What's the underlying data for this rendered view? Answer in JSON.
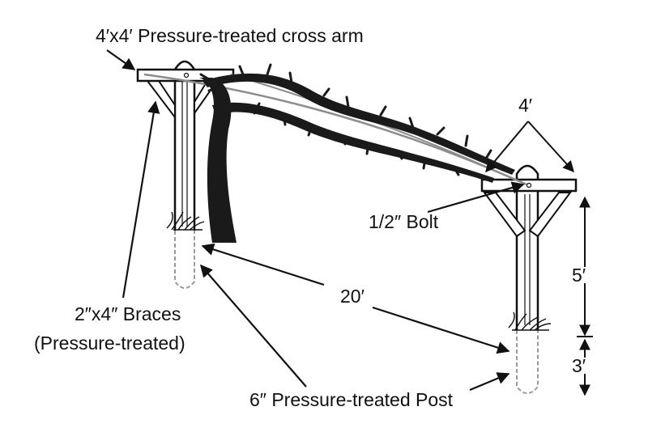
{
  "labels": {
    "cross_arm": "4′x4′ Pressure-treated cross arm",
    "braces_line1": "2″x4″ Braces",
    "braces_line2": "(Pressure-treated)",
    "bolt": "1/2″ Bolt",
    "post": "6″ Pressure-treated Post",
    "arm_width": "4′",
    "post_spacing": "20′",
    "height_above_ground": "5′",
    "depth_below_ground": "3′"
  },
  "colors": {
    "ink": "#111111",
    "wire": "#8c8c8c",
    "buried": "#9a9a9a",
    "vine": "#1a1a1a"
  }
}
